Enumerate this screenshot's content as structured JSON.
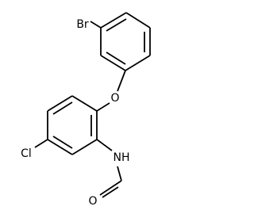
{
  "molecule": {
    "atoms": {
      "bromine": "Br",
      "ether_oxygen": "O",
      "chlorine": "Cl",
      "amide_nh": "NH",
      "carbonyl_oxygen": "O"
    }
  },
  "colors": {
    "bond": "#000000",
    "label": "#000000",
    "background": "#ffffff"
  }
}
